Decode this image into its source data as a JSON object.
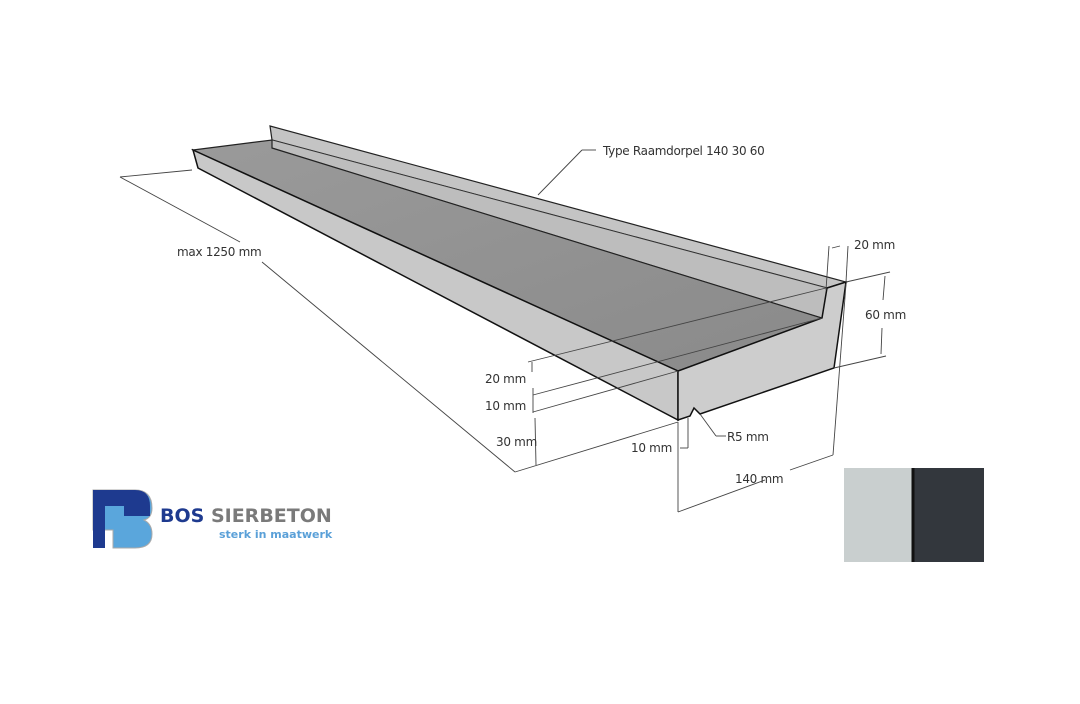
{
  "product_label": "Type Raamdorpel 140 30 60",
  "dimensions": {
    "length": "max 1250 mm",
    "top_upstand_width": "20 mm",
    "upstand_height": "60 mm",
    "step_20": "20 mm",
    "step_10": "10 mm",
    "front_height": "30 mm",
    "drip_offset": "10 mm",
    "drip_radius": "R5 mm",
    "depth": "140 mm"
  },
  "logo": {
    "name_part1": "BOS",
    "name_part2": "SIERBETON",
    "tagline": "sterk in maatwerk",
    "colors": {
      "dark_blue": "#1e3a8f",
      "light_blue": "#5aa6dc",
      "gray": "#7a7a7a"
    }
  },
  "swatches": [
    {
      "name": "light-gray",
      "color": "#c9cfcf"
    },
    {
      "name": "anthracite",
      "color": "#33373d"
    }
  ]
}
